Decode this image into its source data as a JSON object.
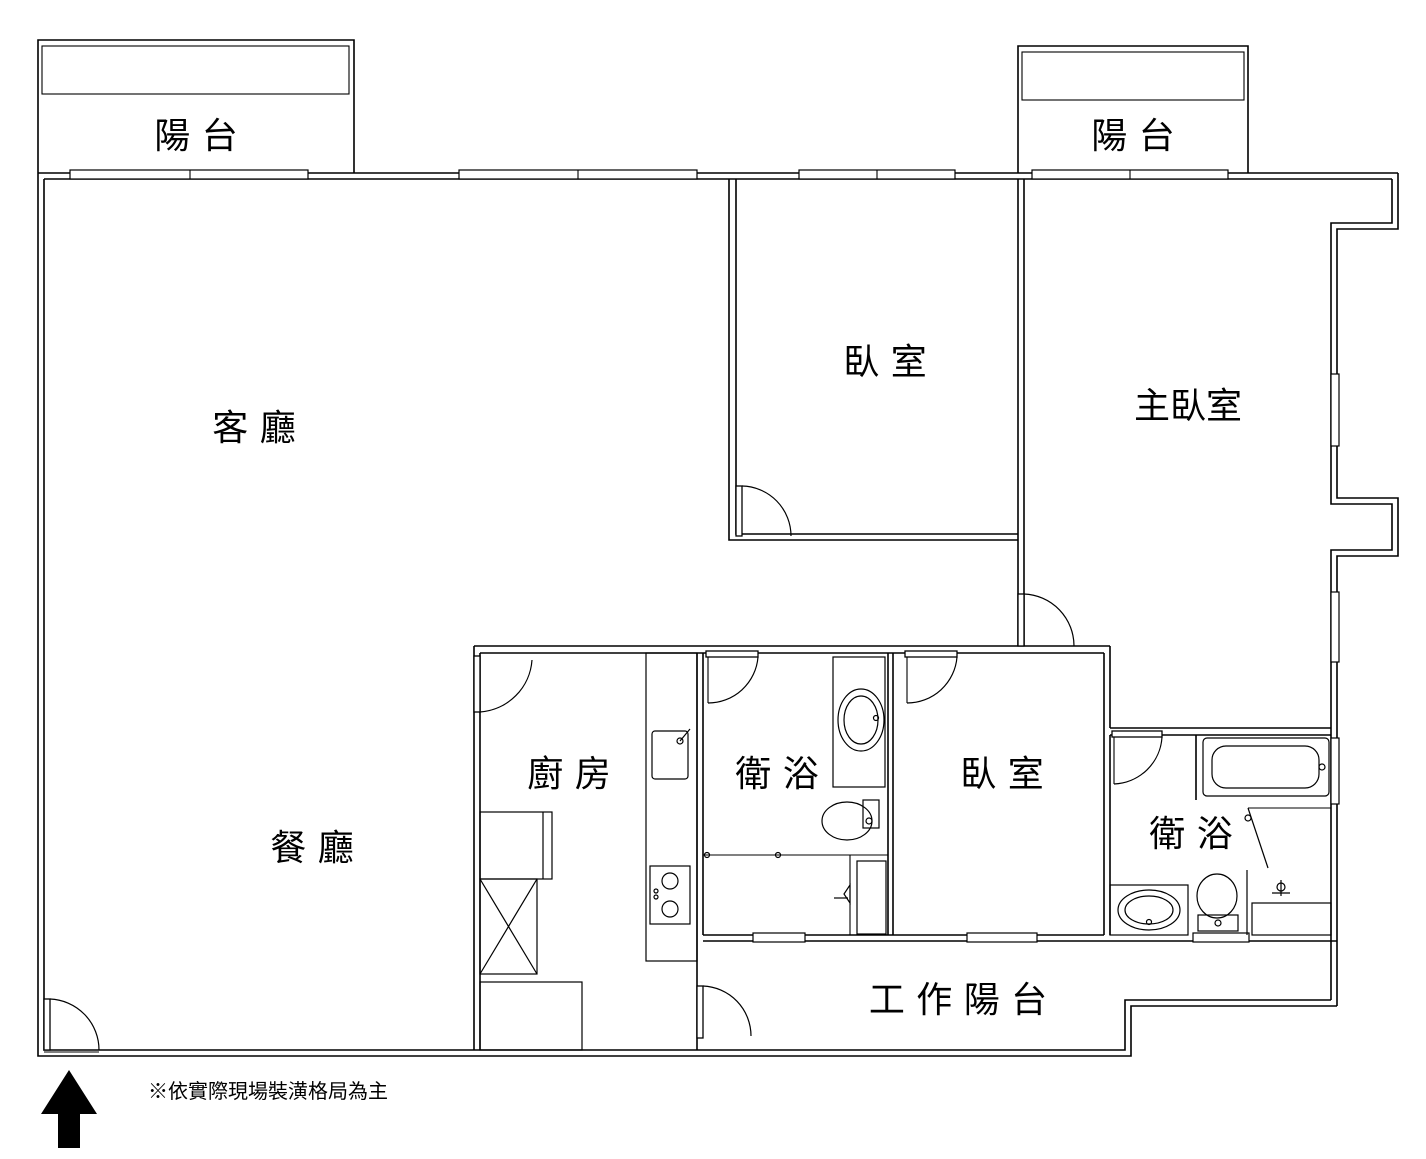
{
  "floor_plan": {
    "rooms": {
      "balcony_left": "陽 台",
      "balcony_right": "陽 台",
      "living_room": "客 廳",
      "bedroom_top": "臥 室",
      "master_bedroom": "主臥室",
      "kitchen": "廚 房",
      "bathroom_center": "衛 浴",
      "bedroom_bottom": "臥 室",
      "bathroom_right": "衛 浴",
      "dining_room": "餐 廳",
      "service_balcony": "工 作 陽 台"
    },
    "note": "※依實際現場裝潢格局為主",
    "north_arrow_icon": "north-arrow-icon"
  }
}
